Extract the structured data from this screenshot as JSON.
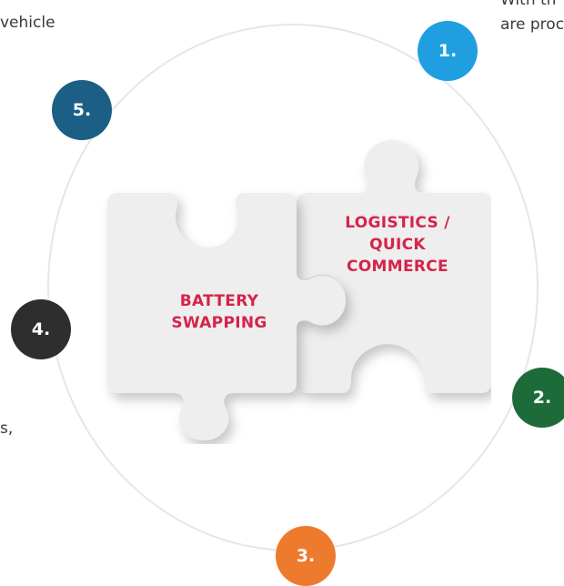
{
  "text_fragments": {
    "top_left": "vehicle",
    "top_right_line1": "With th",
    "top_right_line2": "are proc",
    "bottom_left": "s,"
  },
  "puzzle": {
    "left_piece_label": [
      "BATTERY",
      "SWAPPING"
    ],
    "right_piece_label": [
      "LOGISTICS /",
      "QUICK",
      "COMMERCE"
    ]
  },
  "steps": [
    {
      "label": "1.",
      "color": "#1f9fe0"
    },
    {
      "label": "2.",
      "color": "#1e6b3a"
    },
    {
      "label": "3.",
      "color": "#ee7a2e"
    },
    {
      "label": "4.",
      "color": "#2e2e2e"
    },
    {
      "label": "5.",
      "color": "#1b5f86"
    }
  ],
  "colors": {
    "label_red": "#d6234a",
    "ring": "#e6e6e6",
    "piece_fill": "#eeeeee",
    "text": "#3a3a3a"
  }
}
